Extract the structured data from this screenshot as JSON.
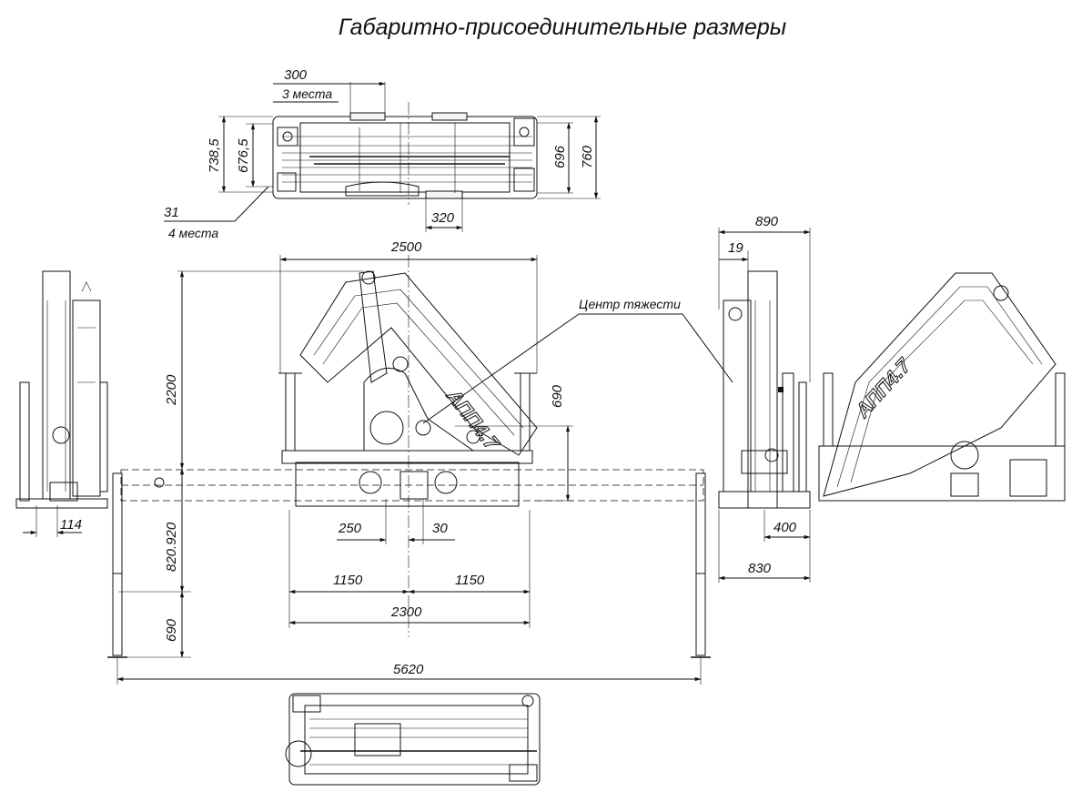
{
  "title": "Габаритно-присоединительные размеры",
  "top_view": {
    "dim_300": "300",
    "places_3": "3 места",
    "dim_738_5": "738,5",
    "dim_676_5": "676,5",
    "dim_696": "696",
    "dim_760": "760",
    "dim_31": "31",
    "places_4": "4 места",
    "dim_320": "320"
  },
  "front_view": {
    "dim_2500": "2500",
    "dim_2200": "2200",
    "center_of_gravity": "Центр тяжести",
    "dim_690_upper": "690",
    "model_mark": "АПП4.7",
    "dim_250": "250",
    "dim_30": "30",
    "dim_820_920": "820.920",
    "dim_1150_left": "1150",
    "dim_1150_right": "1150",
    "dim_2300": "2300",
    "dim_690_lower": "690",
    "dim_5620": "5620"
  },
  "left_view": {
    "dim_114": "114"
  },
  "right_view": {
    "dim_890": "890",
    "dim_19": "19",
    "dim_400": "400",
    "dim_830": "830"
  }
}
